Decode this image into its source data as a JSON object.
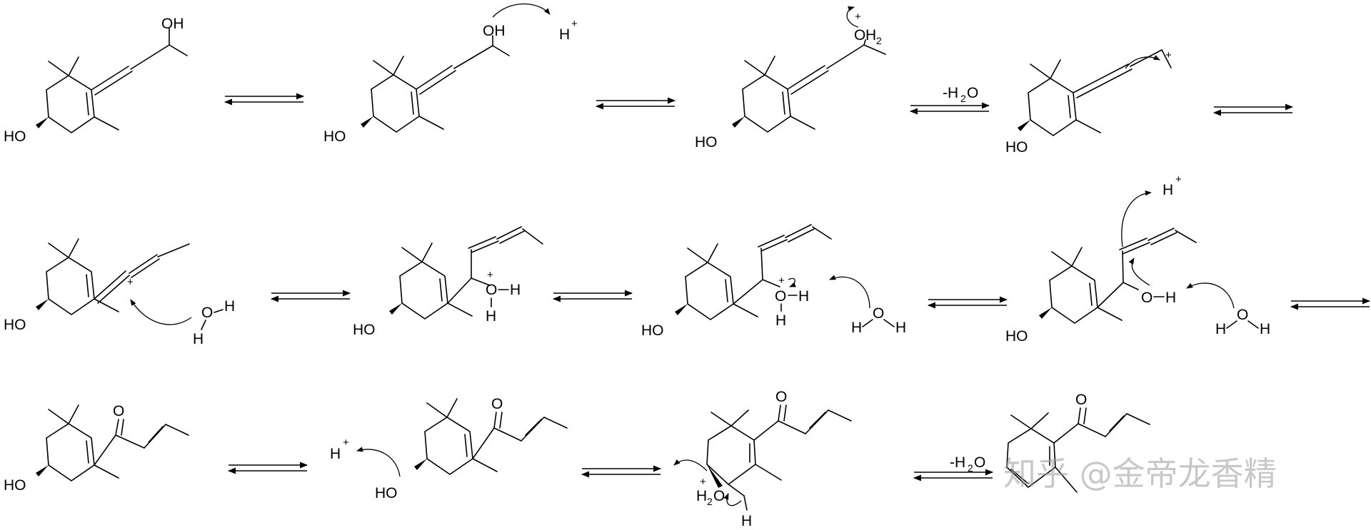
{
  "labels": {
    "ho": "HO",
    "oh": "OH",
    "o": "O",
    "h": "H",
    "plus": "+",
    "two": "2",
    "h2o_minus_pre": "-H",
    "h2o_minus_post": "O"
  },
  "watermark": "知乎 @金帝龙香精",
  "colors": {
    "ink": "#000000",
    "watermark": "#9a9a9a"
  }
}
